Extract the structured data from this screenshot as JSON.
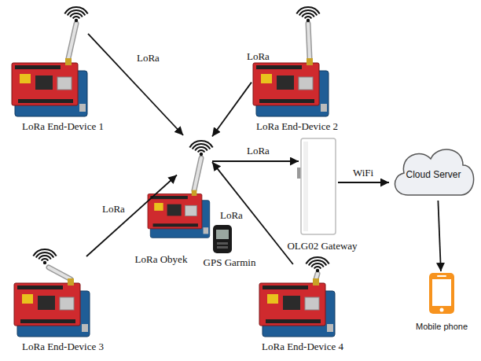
{
  "diagram": {
    "nodes": [
      {
        "text": [
          "LoRa End-Device 1"
        ]
      },
      {
        "text": [
          "LoRa End-Device 2"
        ]
      },
      {
        "text": [
          "LoRa Obyek"
        ]
      },
      {
        "text": [
          "GPS Garmin"
        ]
      },
      {
        "text": [
          "OLG02 Gateway"
        ]
      },
      {
        "text": [
          "Cloud Server"
        ]
      },
      {
        "text": [
          "LoRa End-Device 3"
        ]
      },
      {
        "text": [
          "LoRa End-Device 4"
        ]
      },
      {
        "text": [
          "Mobile phone"
        ]
      }
    ],
    "edges": [
      {
        "from": 0,
        "to": 2,
        "arrow": "to",
        "label": "LoRa"
      },
      {
        "from": 1,
        "to": 2,
        "arrow": "to",
        "label": "LoRa"
      },
      {
        "from": 6,
        "to": 2,
        "arrow": "to",
        "label": "LoRa"
      },
      {
        "from": 7,
        "to": 2,
        "arrow": "to",
        "label": "LoRa"
      },
      {
        "from": 2,
        "to": 4,
        "arrow": "to",
        "label": "LoRa"
      },
      {
        "from": 4,
        "to": 5,
        "arrow": "to",
        "label": "WiFi"
      },
      {
        "from": 5,
        "to": 8,
        "arrow": "to"
      }
    ]
  }
}
